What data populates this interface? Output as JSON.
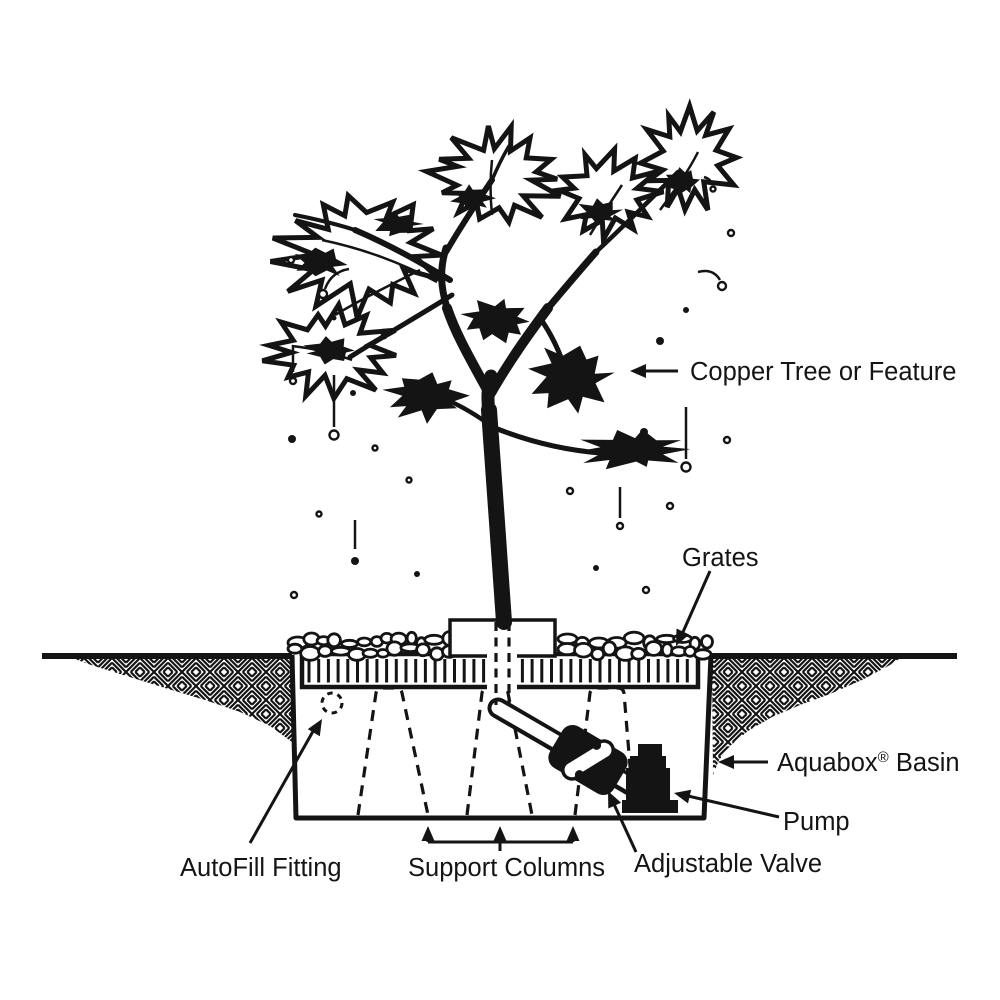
{
  "diagram": {
    "labels": {
      "copper_tree": "Copper Tree or Feature",
      "grates": "Grates",
      "aquabox_name": "Aquabox",
      "aquabox_reg": "®",
      "aquabox_suffix": " Basin",
      "pump": "Pump",
      "autofill": "AutoFill Fitting",
      "support_columns": "Support Columns",
      "adjustable_valve": "Adjustable Valve"
    },
    "colors": {
      "ink": "#141414",
      "background": "#ffffff"
    }
  }
}
